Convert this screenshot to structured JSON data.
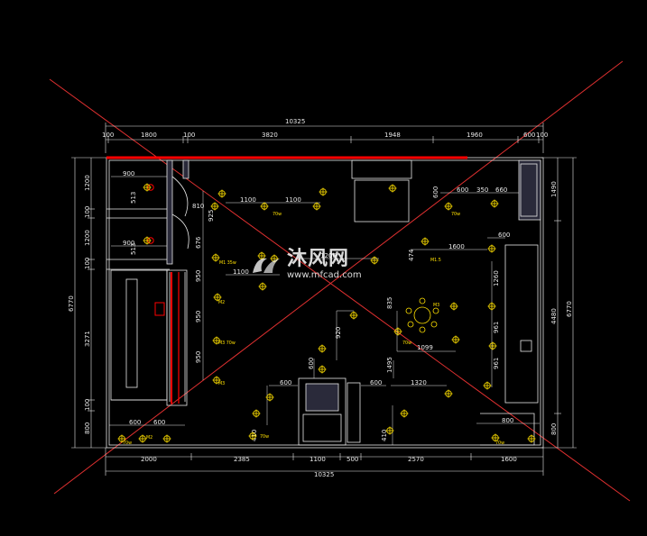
{
  "colors": {
    "background": "#000000",
    "wall": "#e8e8e8",
    "wall_fill": "#2a2a3a",
    "dimension": "#e8e8e8",
    "emphasis": "#ff0000",
    "fixture": "#ffe000",
    "cross": "#e03030"
  },
  "dimensions": {
    "overall_top": "10325",
    "overall_bottom": "10325",
    "top_segments": [
      "100",
      "1800",
      "100",
      "3820",
      "1948",
      "1960",
      "600",
      "100"
    ],
    "bottom_segments": [
      "2000",
      "2385",
      "1100",
      "500",
      "2570",
      "1600"
    ],
    "left_segments": [
      "1200",
      "100",
      "1200",
      "100",
      "3271",
      "100",
      "800"
    ],
    "left_total": "6770",
    "right_segments": [
      "1490",
      "4480",
      "800"
    ],
    "right_total": "6770",
    "interior": [
      "900",
      "900",
      "513",
      "513",
      "810",
      "100",
      "925",
      "1100",
      "1100",
      "676",
      "950",
      "950",
      "950",
      "1100",
      "1200",
      "474",
      "1600",
      "600",
      "600",
      "350",
      "660",
      "600",
      "1260",
      "961",
      "961",
      "300",
      "835",
      "1099",
      "920",
      "600",
      "1495",
      "600",
      "1320",
      "600",
      "600",
      "300",
      "600",
      "600",
      "800",
      "410",
      "410"
    ]
  },
  "fixture_labels": {
    "light_35w": "M1 35w",
    "light_70w": "70w",
    "light_m2": "M2",
    "light_m3": "M3",
    "light_70w_b": "M3 70w",
    "light_m15": "M1.5",
    "spot_label": "70w"
  },
  "watermark": {
    "main": "沐风网",
    "sub": "www.mfcad.com"
  },
  "icons": [
    "ceiling-light-icon",
    "watermark-logo-icon"
  ]
}
